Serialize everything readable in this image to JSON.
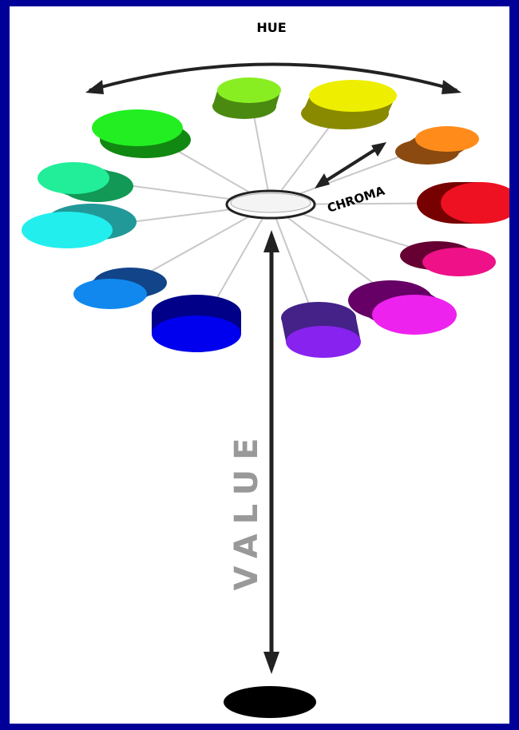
{
  "diagram": {
    "labels": {
      "hue": "HUE",
      "chroma": "CHROMA",
      "value": "VALUE"
    },
    "swatches": [
      {
        "name": "yellow-green",
        "top": "#88ee22",
        "side": "#4a8a10"
      },
      {
        "name": "yellow",
        "top": "#eeee00",
        "side": "#8a8a00"
      },
      {
        "name": "orange",
        "top": "#ff8c1a",
        "side": "#8a4a10"
      },
      {
        "name": "red",
        "top": "#ee1122",
        "side": "#770000"
      },
      {
        "name": "red-purple",
        "top": "#ee1188",
        "side": "#660033"
      },
      {
        "name": "purple-magenta",
        "top": "#ee22ee",
        "side": "#660066"
      },
      {
        "name": "violet",
        "top": "#8822ee",
        "side": "#442288"
      },
      {
        "name": "blue",
        "top": "#0000ee",
        "side": "#000088"
      },
      {
        "name": "azure",
        "top": "#1188ee",
        "side": "#114488"
      },
      {
        "name": "cyan",
        "top": "#22eeee",
        "side": "#229999"
      },
      {
        "name": "spring-green",
        "top": "#22ee99",
        "side": "#119955"
      },
      {
        "name": "green",
        "top": "#22ee22",
        "side": "#118811"
      }
    ],
    "colors": {
      "border": "#000099",
      "background": "#ffffff",
      "spoke": "#c8c8c8",
      "arrow": "#222222",
      "value_text": "#999999",
      "base": "#000000"
    }
  }
}
